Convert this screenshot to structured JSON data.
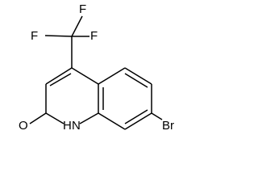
{
  "molecule": {
    "atoms": {
      "f1": "F",
      "f2": "F",
      "f3": "F",
      "oxygen": "O",
      "nh": "H",
      "nitrogen": "N",
      "bromine": "Br"
    }
  }
}
